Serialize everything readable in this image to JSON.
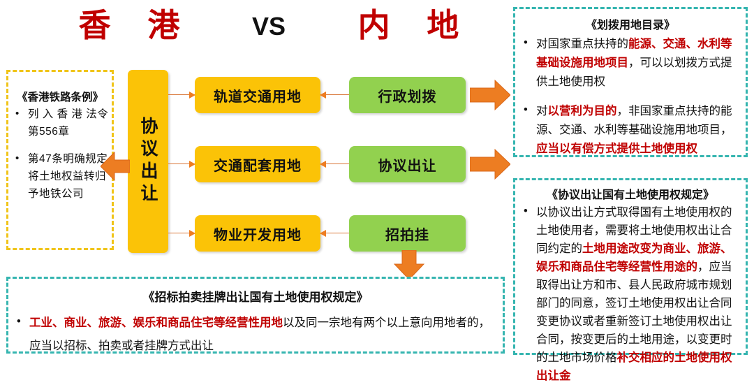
{
  "header": {
    "left_title": "香 港",
    "vs": "VS",
    "right_title": "内 地"
  },
  "left_panel": {
    "title": "《香港铁路条例》",
    "bullets": [
      "列 入 香 港 法令第556章",
      "第47条明确规定将土地权益转归予地铁公司"
    ]
  },
  "flow": {
    "vertical_label": "协议出让",
    "yellow_boxes": [
      "轨道交通用地",
      "交通配套用地",
      "物业开发用地"
    ],
    "green_boxes": [
      "行政划拨",
      "协议出让",
      "招拍挂"
    ]
  },
  "panel_top_right": {
    "title": "《划拨用地目录》",
    "bullets": [
      [
        {
          "t": "对国家重点扶持的",
          "em": false
        },
        {
          "t": "能源、交通、水利等基础设施用地项目",
          "em": true
        },
        {
          "t": "，可以以划拨方式提供土地使用权",
          "em": false
        }
      ],
      [
        {
          "t": "对",
          "em": false
        },
        {
          "t": "以营利为目的",
          "em": true
        },
        {
          "t": "，非国家重点扶持的能源、交通、水利等基础设施用地项目，",
          "em": false
        },
        {
          "t": "应当以有偿方式提供土地使用权",
          "em": true
        }
      ]
    ]
  },
  "panel_bottom_right": {
    "title": "《协议出让国有土地使用权规定》",
    "bullets": [
      [
        {
          "t": "以协议出让方式取得国有土地使用权的土地使用者，需要将土地使用权出让合同约定的",
          "em": false
        },
        {
          "t": "土地用途改变为商业、旅游、娱乐和商品住宅等经营性用途的",
          "em": true
        },
        {
          "t": "，应当取得出让方和市、县人民政府城市规划部门的同意，签订土地使用权出让合同变更协议或者重新签订土地使用权出让合同，按变更后的土地用途，以变更时的土地市场价格",
          "em": false
        },
        {
          "t": "补交相应的土地使用权出让金",
          "em": true
        }
      ]
    ]
  },
  "panel_bottom": {
    "title": "《招标拍卖挂牌出让国有土地使用权规定》",
    "bullets": [
      [
        {
          "t": "工业、商业、旅游、娱乐和商品住宅等经营性用地",
          "em": true
        },
        {
          "t": "以及同一宗地有两个以上意向用地者的，应当以招标、拍卖或者挂牌方式出让",
          "em": false
        }
      ]
    ]
  },
  "colors": {
    "yellow": "#FBC307",
    "green": "#92D14F",
    "orange": "#ED7D22",
    "teal": "#35B5B0",
    "red": "#C00000",
    "dashed_yellow": "#F0C419"
  }
}
